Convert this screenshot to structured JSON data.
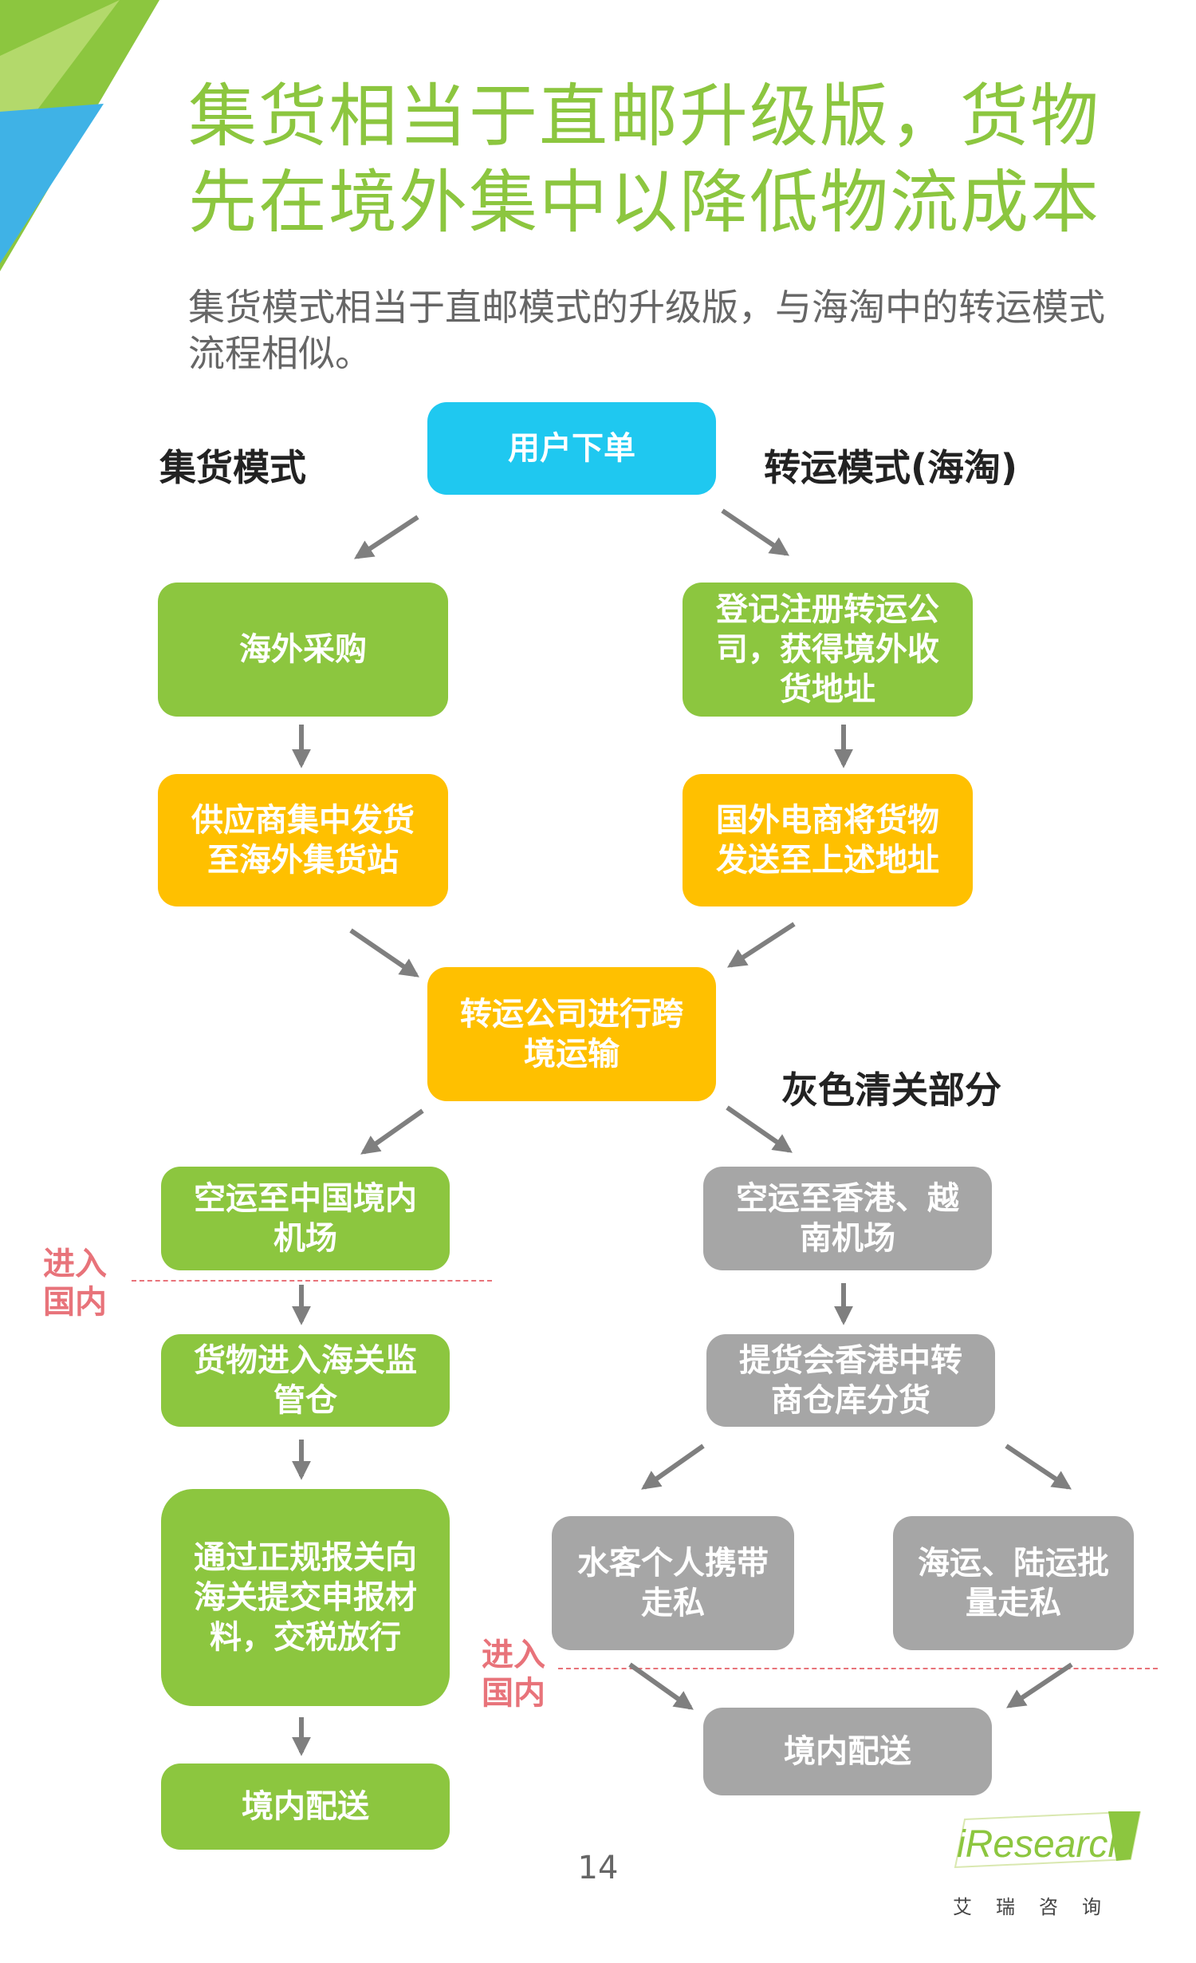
{
  "title_lines": [
    "集货相当于直邮升级版，货物",
    "先在境外集中以降低物流成本"
  ],
  "subtitle": "集货模式相当于直邮模式的升级版，与海淘中的转运模式流程相似。",
  "labels": {
    "left_mode": "集货模式",
    "right_mode": "转运模式(海淘)",
    "gray_part": "灰色清关部分",
    "enter_domestic": "进入国内"
  },
  "nodes": {
    "user_order": "用户下单",
    "overseas_purchase": "海外采购",
    "supplier_ship": "供应商集中发货至海外集货站",
    "register_forwarder": "登记注册转运公司，获得境外收货地址",
    "foreign_ecommerce_ship": "国外电商将货物发送至上述地址",
    "cross_border_transport": "转运公司进行跨境运输",
    "air_to_china": "空运至中国境内机场",
    "bonded_warehouse": "货物进入海关监管仓",
    "formal_customs": "通过正规报关向海关提交申报材料，交税放行",
    "domestic_delivery_left": "境内配送",
    "air_to_hk_vn": "空运至香港、越南机场",
    "hk_pickup": "提货会香港中转商仓库分货",
    "carry_smuggle": "水客个人携带走私",
    "sea_land_smuggle": "海运、陆运批量走私",
    "domestic_delivery_right": "境内配送"
  },
  "page_number": "14",
  "logo": {
    "text": "iResearch",
    "cn": "艾瑞咨询"
  },
  "colors": {
    "green": "#8cc63f",
    "orange": "#ffc000",
    "blue": "#1fc8f0",
    "gray": "#a6a6a6",
    "enter_red": "#e8737a",
    "arrow": "#7f7f7f"
  }
}
